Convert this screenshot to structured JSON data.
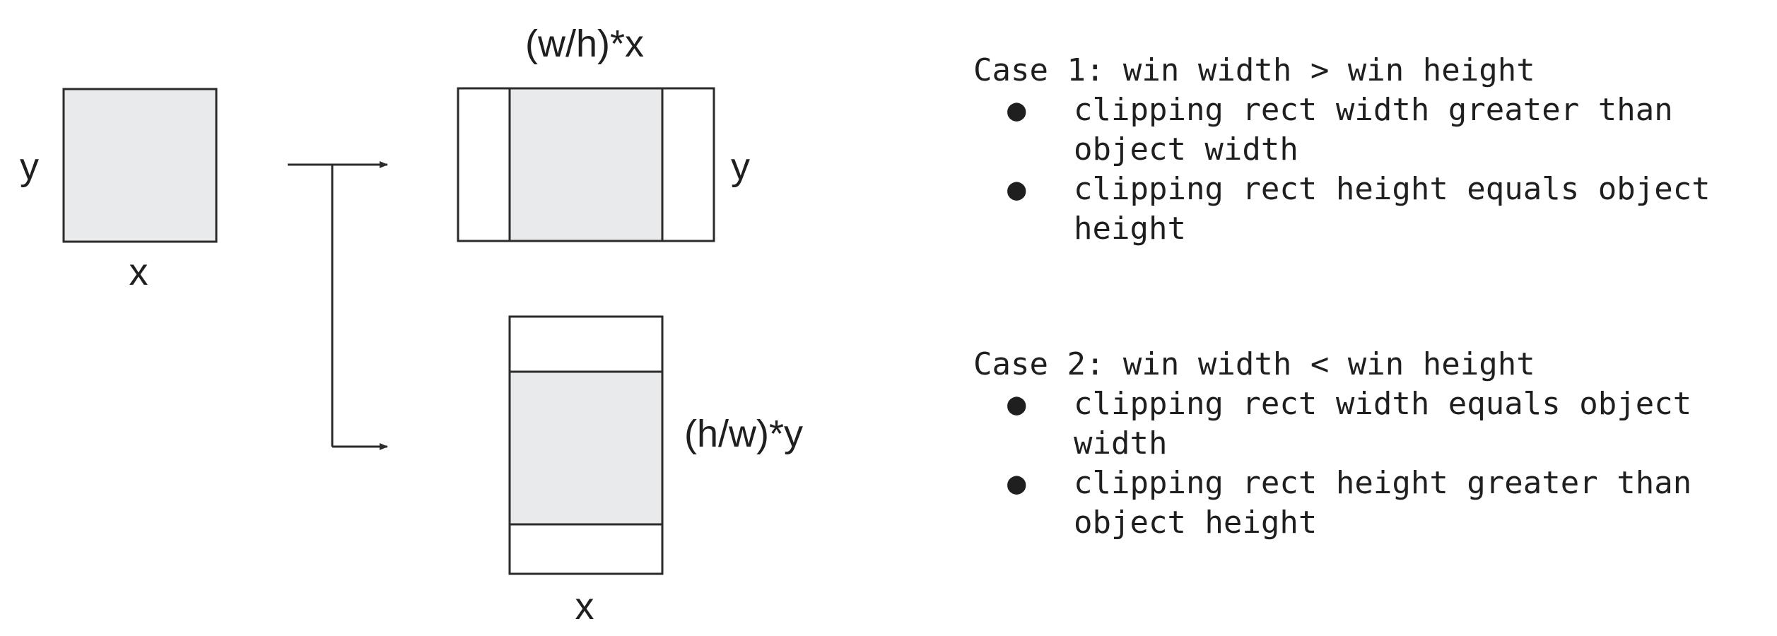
{
  "diagram": {
    "labels": {
      "source_y": "y",
      "source_x": "x",
      "wide_top": "(w/h)*x",
      "wide_right": "y",
      "tall_right": "(h/w)*y",
      "tall_bottom": "x"
    },
    "colors": {
      "object_fill": "#e8eaeb",
      "stroke": "#2b2b2b",
      "background": "#ffffff"
    }
  },
  "notes": {
    "bullet_glyph": "●",
    "cases": [
      {
        "heading": "Case 1: win width > win height",
        "bullets": [
          "clipping rect width greater than object width",
          "clipping rect height equals object height"
        ]
      },
      {
        "heading": "Case 2: win width < win height",
        "bullets": [
          "clipping rect width equals object width",
          "clipping rect height greater than object height"
        ]
      }
    ]
  }
}
